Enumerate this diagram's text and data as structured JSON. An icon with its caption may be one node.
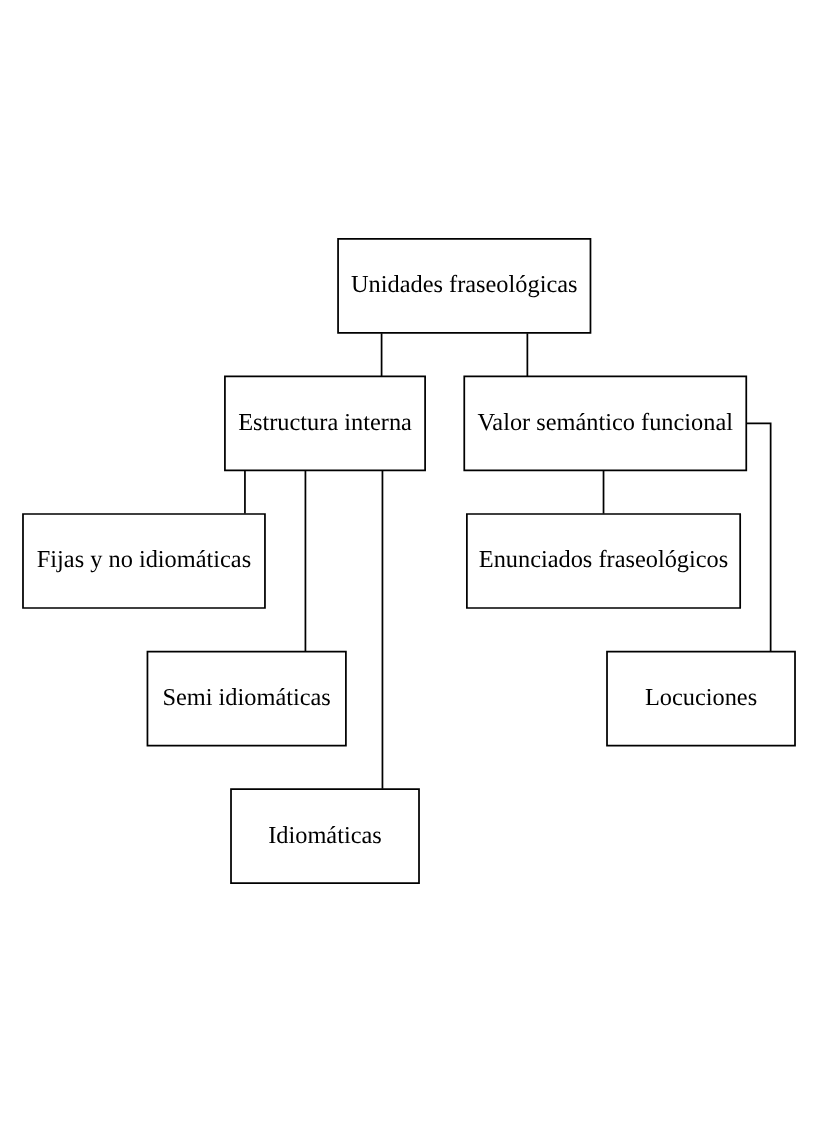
{
  "diagram": {
    "nodes": [
      {
        "text": [
          "Unidades fraseológicas"
        ]
      },
      {
        "text": [
          "Estructura interna"
        ]
      },
      {
        "text": [
          "Valor semántico funcional"
        ]
      },
      {
        "text": [
          "Fijas y no idiomáticas"
        ]
      },
      {
        "text": [
          "Semi idiomáticas"
        ]
      },
      {
        "text": [
          "Idiomáticas"
        ]
      },
      {
        "text": [
          "Enunciados fraseológicos"
        ]
      },
      {
        "text": [
          "Locuciones"
        ]
      }
    ],
    "edges": [
      {
        "from": 0,
        "to": 1,
        "arrow": "none"
      },
      {
        "from": 0,
        "to": 2,
        "arrow": "none"
      },
      {
        "from": 1,
        "to": 3,
        "arrow": "none"
      },
      {
        "from": 1,
        "to": 4,
        "arrow": "none"
      },
      {
        "from": 1,
        "to": 5,
        "arrow": "none"
      },
      {
        "from": 2,
        "to": 6,
        "arrow": "none"
      },
      {
        "from": 2,
        "to": 7,
        "arrow": "none"
      }
    ]
  }
}
